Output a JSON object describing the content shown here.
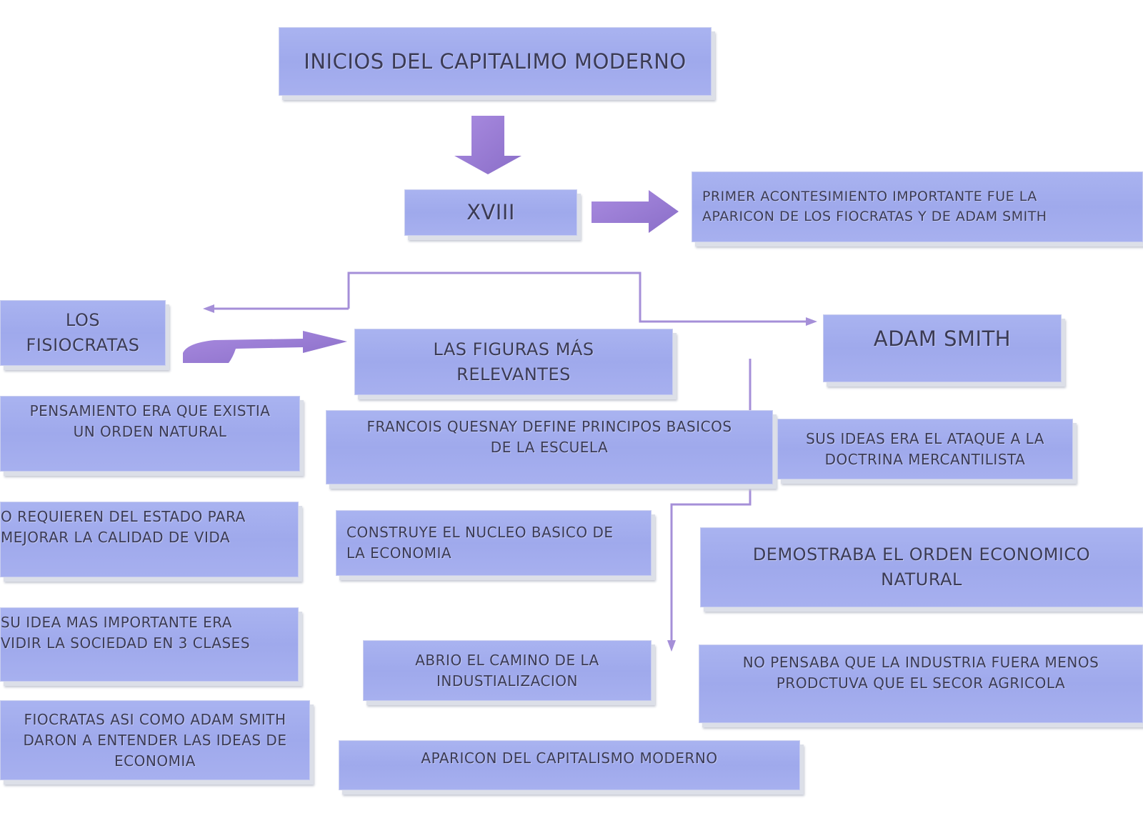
{
  "title_box": {
    "text": "INICIOS DEL CAPITALIMO  MODERNO"
  },
  "century_box": {
    "text": "XVIII"
  },
  "first_event_box": {
    "line1": "PRIMER ACONTESIMIENTO IMPORTANTE FUE LA",
    "line2": "APARICON DE LOS FIOCRATAS Y DE ADAM SMITH"
  },
  "fisiocratas_box": {
    "line1": "LOS",
    "line2": "FISIOCRATAS"
  },
  "figures_box": {
    "line1": "LAS FIGURAS MÁS",
    "line2": "RELEVANTES"
  },
  "adam_smith_box": {
    "text": "ADAM SMITH"
  },
  "fisiocratas_thought_box": {
    "line1": "PENSAMIENTO ERA QUE EXISTIA",
    "line2": "UN ORDEN NATURAL"
  },
  "fisiocratas_state_box": {
    "line1": "O REQUIEREN DEL ESTADO PARA",
    "line2": "MEJORAR LA CALIDAD DE VIDA"
  },
  "fisiocratas_classes_box": {
    "line1": "SU IDEA MAS IMPORTANTE ERA",
    "line2": "VIDIR LA SOCIEDAD EN 3 CLASES"
  },
  "fisiocratas_understanding_box": {
    "line1": "FIOCRATAS ASI COMO ADAM SMITH",
    "line2": "DARON A ENTENDER LAS IDEAS DE",
    "line3": "ECONOMIA"
  },
  "quesnay_box": {
    "line1": "FRANCOIS QUESNAY DEFINE PRINCIPOS  BASICOS",
    "line2": "DE LA ESCUELA"
  },
  "nucleus_box": {
    "line1": "CONSTRUYE EL NUCLEO BASICO DE",
    "line2": "LA ECONOMIA"
  },
  "industrialization_box": {
    "line1": "ABRIO EL CAMINO DE LA",
    "line2": "INDUSTIALIZACION"
  },
  "modern_capitalism_box": {
    "text": "APARICON DEL CAPITALISMO MODERNO"
  },
  "smith_ideas_box": {
    "line1": "SUS IDEAS ERA EL ATAQUE A LA",
    "line2": "DOCTRINA MERCANTILISTA"
  },
  "smith_order_box": {
    "line1": "DEMOSTRABA EL ORDEN ECONOMICO",
    "line2": "NATURAL"
  },
  "smith_industry_box": {
    "line1": "NO PENSABA QUE LA INDUSTRIA FUERA MENOS",
    "line2": "PRODCTUVA QUE EL SECOR AGRICOLA"
  },
  "colors": {
    "box_fill": "#a5aeee",
    "arrow_fill": "#9b7fd4",
    "connector_line": "#a58fd8",
    "text": "#3b3b55"
  }
}
